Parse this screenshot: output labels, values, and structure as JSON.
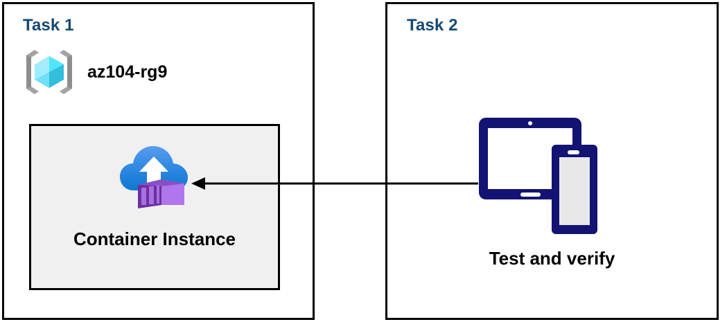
{
  "diagram": {
    "title": "Azure Container Instance task diagram",
    "background_color": "#ffffff",
    "panels": [
      {
        "id": "task1",
        "title": "Task 1",
        "title_color": "#154a72",
        "border_color": "#000000",
        "resource_group": {
          "icon": "azure-resource-group-icon",
          "label": "az104-rg9",
          "label_color": "#000000",
          "icon_bracket_color": "#a3a3a3",
          "icon_cube_color": "#50e6ff"
        },
        "resource_box": {
          "icon": "azure-container-instance-icon",
          "label": "Container Instance",
          "fill_color": "#f0f0f0",
          "border_color": "#000000",
          "cloud_color_top": "#5196ea",
          "cloud_color_bottom": "#0f7bd0",
          "container_color_light": "#b077ec",
          "container_color_dark": "#6b2fa0"
        }
      },
      {
        "id": "task2",
        "title": "Task 2",
        "title_color": "#154a72",
        "border_color": "#000000",
        "devices": {
          "icon": "tablet-and-phone-devices-icon",
          "label": "Test and verify",
          "label_color": "#000000",
          "device_color": "#131373",
          "phone_screen_color": "#e8e8e8"
        }
      }
    ],
    "connector": {
      "name": "arrow-task2-to-task1",
      "direction": "right-to-left",
      "color": "#000000",
      "from": "Test and verify",
      "to": "Container Instance"
    }
  }
}
